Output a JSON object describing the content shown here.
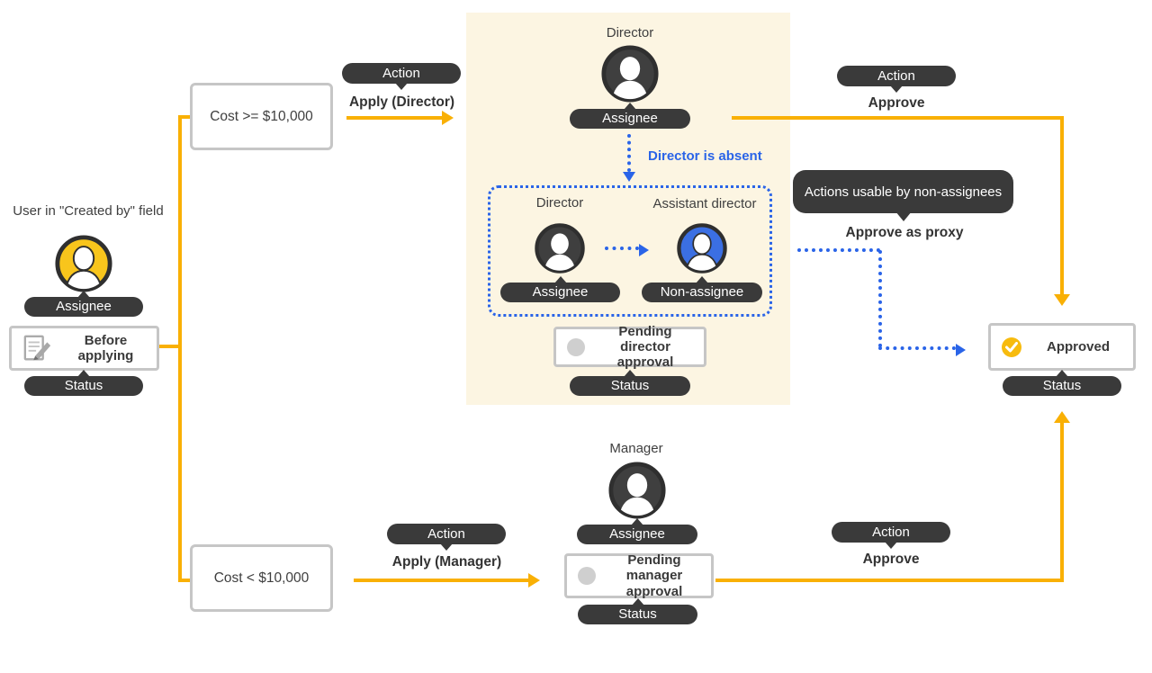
{
  "colors": {
    "flow_yellow": "#f9b005",
    "avatar_yellow": "#f8c51c",
    "avatar_blue": "#3b6fe3",
    "dashed_blue": "#2a64e8",
    "pill_dark": "#3a3a3a",
    "panel_cream": "#fcf5e2",
    "box_border": "#c6c6c6",
    "check_yellow": "#f7bb0e",
    "pending_dot": "#cfcfcf"
  },
  "left_group": {
    "created_by_label": "User in \"Created by\" field",
    "assignee_pill": "Assignee",
    "before_applying": "Before applying",
    "status_pill": "Status"
  },
  "branch_high": {
    "condition": "Cost >= $10,000",
    "action_pill": "Action",
    "action_name": "Apply (Director)"
  },
  "branch_low": {
    "condition": "Cost < $10,000",
    "action_pill": "Action",
    "action_name": "Apply (Manager)"
  },
  "director_group": {
    "role": "Director",
    "assignee_pill": "Assignee",
    "absent_note": "Director is absent",
    "absent_director_role": "Director",
    "absent_director_pill": "Assignee",
    "assistant_role": "Assistant director",
    "assistant_pill": "Non-assignee",
    "pending_status": "Pending director approval",
    "status_pill": "Status"
  },
  "approve_top": {
    "action_pill": "Action",
    "action_name": "Approve"
  },
  "proxy": {
    "tooltip": "Actions usable by non-assignees",
    "action_name": "Approve as proxy"
  },
  "manager_group": {
    "role": "Manager",
    "assignee_pill": "Assignee",
    "pending_status": "Pending manager approval",
    "status_pill": "Status"
  },
  "approve_bottom": {
    "action_pill": "Action",
    "action_name": "Approve"
  },
  "result": {
    "status": "Approved",
    "status_pill": "Status"
  }
}
